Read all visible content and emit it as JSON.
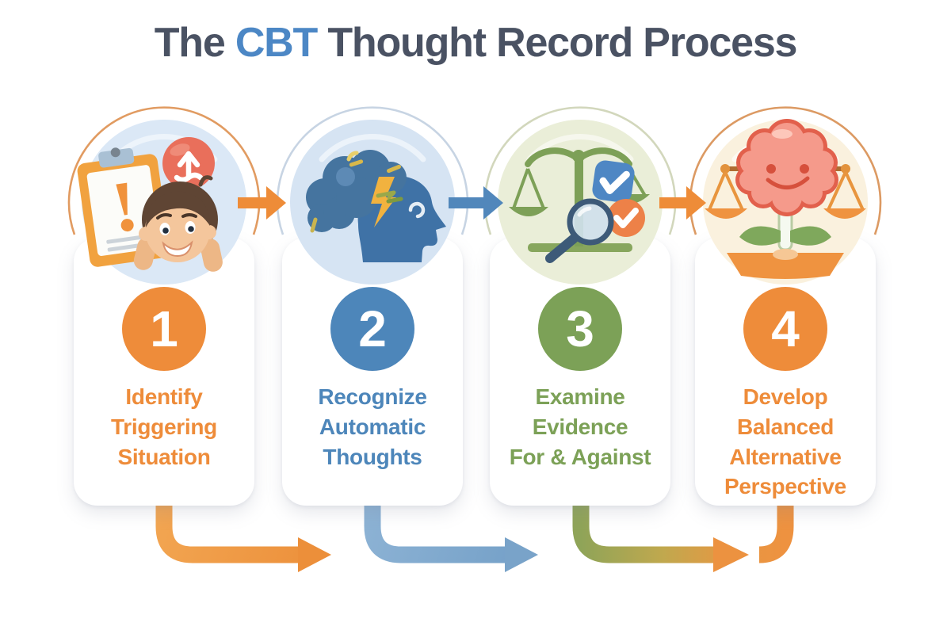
{
  "title": {
    "prefix": "The ",
    "highlight": "CBT",
    "suffix": " Thought Record Process"
  },
  "steps": [
    {
      "number": "1",
      "label": "Identify\nTriggering\nSituation",
      "accent": "#ee8c3a",
      "icon": "triggering-situation-clipboard-icon"
    },
    {
      "number": "2",
      "label": "Recognize\nAutomatic\nThoughts",
      "accent": "#4d86ba",
      "icon": "stormy-thoughts-head-icon"
    },
    {
      "number": "3",
      "label": "Examine\nEvidence\nFor & Against",
      "accent": "#7ca157",
      "icon": "evidence-scales-magnifier-icon"
    },
    {
      "number": "4",
      "label": "Develop\nBalanced\nAlternative\nPerspective",
      "accent": "#ee8c3a",
      "icon": "balanced-brain-scales-icon"
    }
  ],
  "colors": {
    "background": "#ffffff",
    "title_text": "#4a5263",
    "title_highlight": "#4c87c5",
    "step1_orange": "#ee8c3a",
    "step2_blue": "#4d86ba",
    "step3_green": "#7ca157",
    "step4_orange": "#ee8c3a",
    "flow_arrow_blue_light": "#79a3c9",
    "flow_arrow_orange": "#ec9240",
    "flow_arrow_gradient_green_to_orange": [
      "#8fa458",
      "#c0a84e",
      "#ee9240"
    ]
  }
}
